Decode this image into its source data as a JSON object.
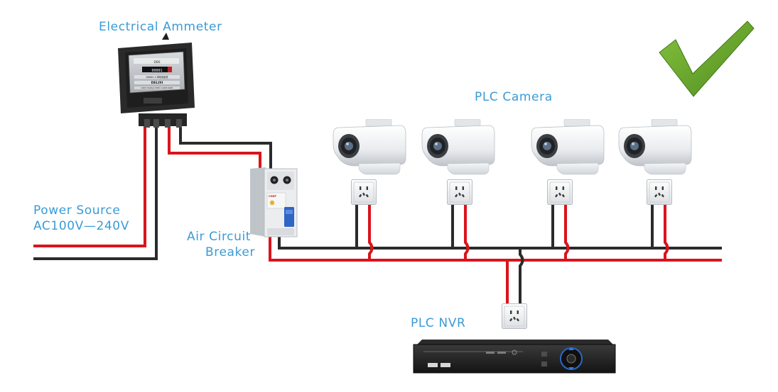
{
  "labels": {
    "ammeter": "Electrical Ammeter",
    "camera": "PLC Camera",
    "power_line1": "Power Source",
    "power_line2": "AC100V—240V",
    "breaker_line1": "Air Circuit",
    "breaker_line2": "Breaker",
    "nvr": "PLC NVR"
  },
  "ammeter_face": {
    "brand": "DDS",
    "model": "DD862-4 单相电能表",
    "reading": "00001",
    "maker": "DELIXI",
    "specs": "220V 5(20)A 50Hz 1200r/kWh"
  },
  "breaker_brand": "CHNT",
  "colors": {
    "live_wire": "#d9141c",
    "neutral_wire": "#2b2b2b",
    "label_text": "#3a9bd6",
    "checkmark": "#6aaa2e",
    "meter_body": "#2a2a2a",
    "nvr_body": "#1b1b1b"
  },
  "icons": [
    "checkmark-icon",
    "camera-icon",
    "wall-socket-icon",
    "breaker-icon",
    "ammeter-icon",
    "nvr-icon"
  ]
}
